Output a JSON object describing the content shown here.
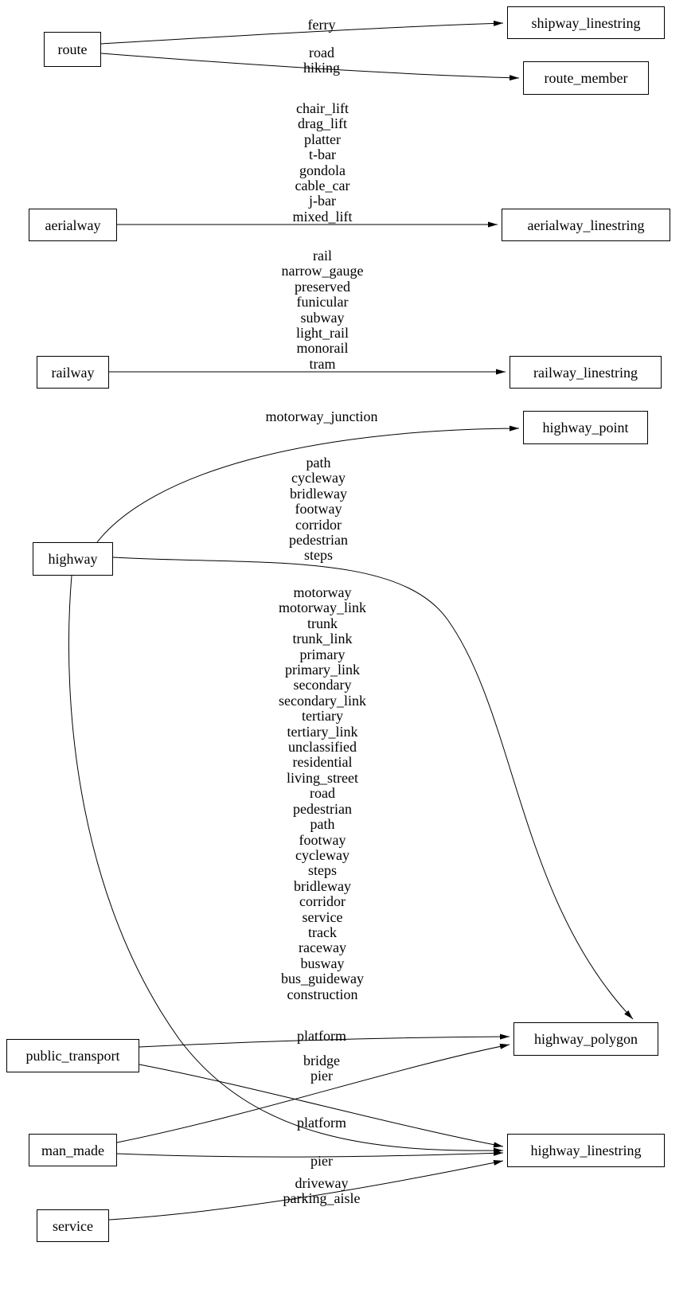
{
  "colors": {
    "background": "#ffffff",
    "stroke": "#000000",
    "node_fill": "#ffffff"
  },
  "diagram": {
    "nodes": [
      {
        "id": "route",
        "label": "route"
      },
      {
        "id": "aerialway",
        "label": "aerialway"
      },
      {
        "id": "railway",
        "label": "railway"
      },
      {
        "id": "highway",
        "label": "highway"
      },
      {
        "id": "public_transport",
        "label": "public_transport"
      },
      {
        "id": "man_made",
        "label": "man_made"
      },
      {
        "id": "service",
        "label": "service"
      },
      {
        "id": "shipway_linestring",
        "label": "shipway_linestring"
      },
      {
        "id": "route_member",
        "label": "route_member"
      },
      {
        "id": "aerialway_linestring",
        "label": "aerialway_linestring"
      },
      {
        "id": "railway_linestring",
        "label": "railway_linestring"
      },
      {
        "id": "highway_point",
        "label": "highway_point"
      },
      {
        "id": "highway_polygon",
        "label": "highway_polygon"
      },
      {
        "id": "highway_linestring",
        "label": "highway_linestring"
      }
    ],
    "edges": [
      {
        "from": "route",
        "to": "shipway_linestring",
        "label": "ferry"
      },
      {
        "from": "route",
        "to": "route_member",
        "label": "road\nhiking"
      },
      {
        "from": "aerialway",
        "to": "aerialway_linestring",
        "label": "chair_lift\ndrag_lift\nplatter\nt-bar\ngondola\ncable_car\nj-bar\nmixed_lift"
      },
      {
        "from": "railway",
        "to": "railway_linestring",
        "label": "rail\nnarrow_gauge\npreserved\nfunicular\nsubway\nlight_rail\nmonorail\ntram"
      },
      {
        "from": "highway",
        "to": "highway_point",
        "label": "motorway_junction"
      },
      {
        "from": "highway",
        "to": "highway_polygon",
        "label": "path\ncycleway\nbridleway\nfootway\ncorridor\npedestrian\nsteps"
      },
      {
        "from": "highway",
        "to": "highway_linestring",
        "label": "motorway\nmotorway_link\ntrunk\ntrunk_link\nprimary\nprimary_link\nsecondary\nsecondary_link\ntertiary\ntertiary_link\nunclassified\nresidential\nliving_street\nroad\npedestrian\npath\nfootway\ncycleway\nsteps\nbridleway\ncorridor\nservice\ntrack\nraceway\nbusway\nbus_guideway\nconstruction"
      },
      {
        "from": "public_transport",
        "to": "highway_polygon",
        "label": "platform"
      },
      {
        "from": "man_made",
        "to": "highway_polygon",
        "label": "bridge\npier"
      },
      {
        "from": "public_transport",
        "to": "highway_linestring",
        "label": "platform"
      },
      {
        "from": "man_made",
        "to": "highway_linestring",
        "label": "pier"
      },
      {
        "from": "service",
        "to": "highway_linestring",
        "label": "driveway\nparking_aisle"
      }
    ]
  }
}
